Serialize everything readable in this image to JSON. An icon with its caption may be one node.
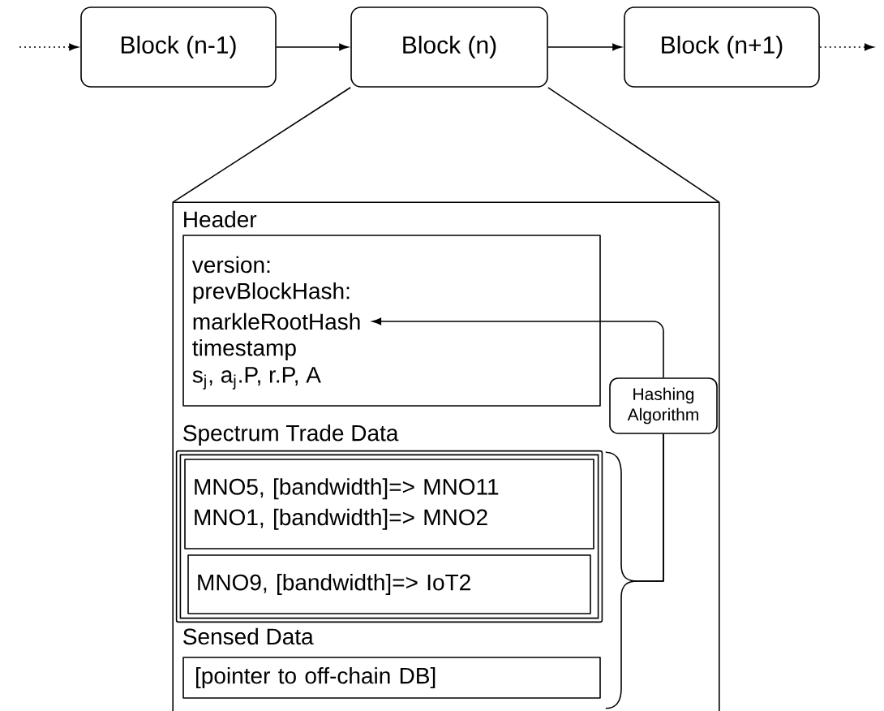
{
  "diagram": {
    "nodes": [
      {
        "text": [
          "Block (n-1)"
        ]
      },
      {
        "text": [
          "Block (n)"
        ]
      },
      {
        "text": [
          "Block (n+1)"
        ]
      },
      {
        "text": [],
        "shape": "box"
      },
      {
        "text": [
          "Header"
        ],
        "in": 3
      },
      {
        "text": [
          "version:"
        ],
        "in": 4
      },
      {
        "text": [
          "prevBlockHash:"
        ],
        "in": 4
      },
      {
        "text": [
          "markleRootHash"
        ],
        "in": 4
      },
      {
        "text": [
          "timestamp"
        ],
        "in": 4
      },
      {
        "text": [
          "s$_{j}$, a$_{j}$.P, r.P, A"
        ],
        "in": 4
      },
      {
        "text": [
          "Hashing Algorithm"
        ],
        "in": 3
      },
      {
        "text": [
          "Spectrum Trade Data"
        ],
        "in": 3
      },
      {
        "text": [
          "MNO5, [bandwidth]=> MNO11",
          "MNO1, [bandwidth]=> MNO2"
        ],
        "in": 11
      },
      {
        "text": [
          "MNO9, [bandwidth]=> IoT2"
        ],
        "in": 11
      },
      {
        "text": [
          "Sensed Data",
          "[pointer to off-chain DB]"
        ],
        "in": 3
      }
    ],
    "edges": [
      {
        "from": null,
        "to": 0,
        "arrow": "to",
        "style": "dashed"
      },
      {
        "from": 0,
        "to": 1,
        "arrow": "to"
      },
      {
        "from": 1,
        "to": 2,
        "arrow": "to"
      },
      {
        "from": 2,
        "to": null,
        "arrow": "to",
        "style": "dashed"
      },
      {
        "from": 1,
        "to": 3,
        "arrow": "none"
      },
      {
        "from": 1,
        "to": 3,
        "arrow": "none"
      },
      {
        "from": 11,
        "to": 10,
        "arrow": "none"
      },
      {
        "from": 14,
        "to": 10,
        "arrow": "none"
      },
      {
        "from": 10,
        "to": 7,
        "arrow": "to"
      }
    ]
  }
}
